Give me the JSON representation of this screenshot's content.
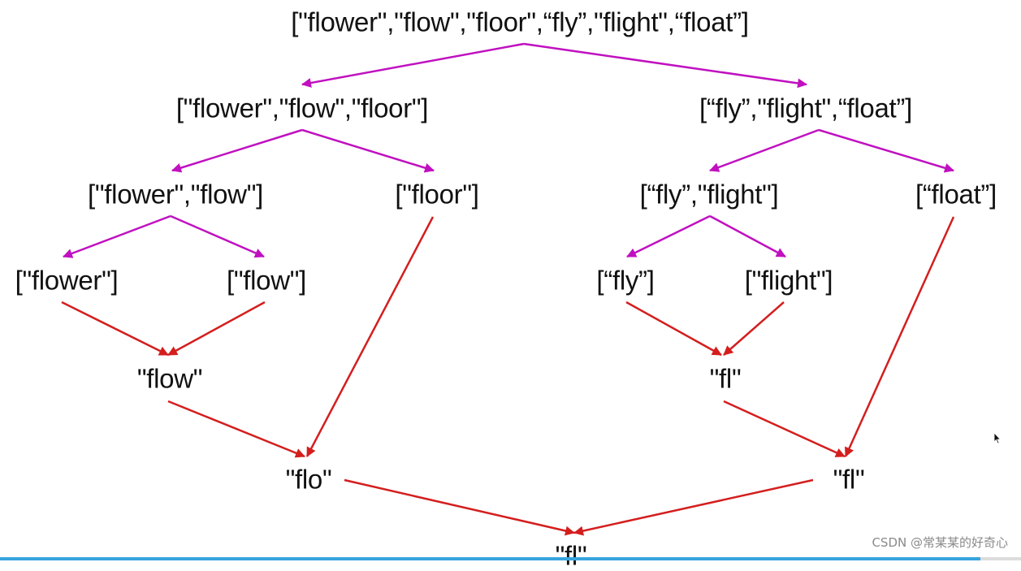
{
  "colors": {
    "split_arrow": "#c010c0",
    "merge_arrow": "#d41e1e",
    "text": "#111111",
    "bar": "#38a4dc"
  },
  "nodes": {
    "root": "[\"flower\",\"flow\",\"floor\",“fly”,\"flight\",“float”]",
    "left_half": "[\"flower\",\"flow\",\"floor\"]",
    "right_half": "[“fly”,\"flight\",“float”]",
    "flower_flow": "[\"flower\",\"flow\"]",
    "floor": "[\"floor\"]",
    "fly_flight": "[“fly”,\"flight\"]",
    "float": "[“float”]",
    "flower": "[\"flower\"]",
    "flow": "[\"flow\"]",
    "fly": "[“fly”]",
    "flight": "[\"flight\"]",
    "result_flow": "\"flow\"",
    "result_fl_right": "\"fl\"",
    "result_flo": "\"flo\"",
    "result_fl_merge": "\"fl\"",
    "result_final": "\"fl\""
  },
  "watermark": "CSDN @常某某的好奇心",
  "cursor_icon": "mouse-pointer-icon"
}
